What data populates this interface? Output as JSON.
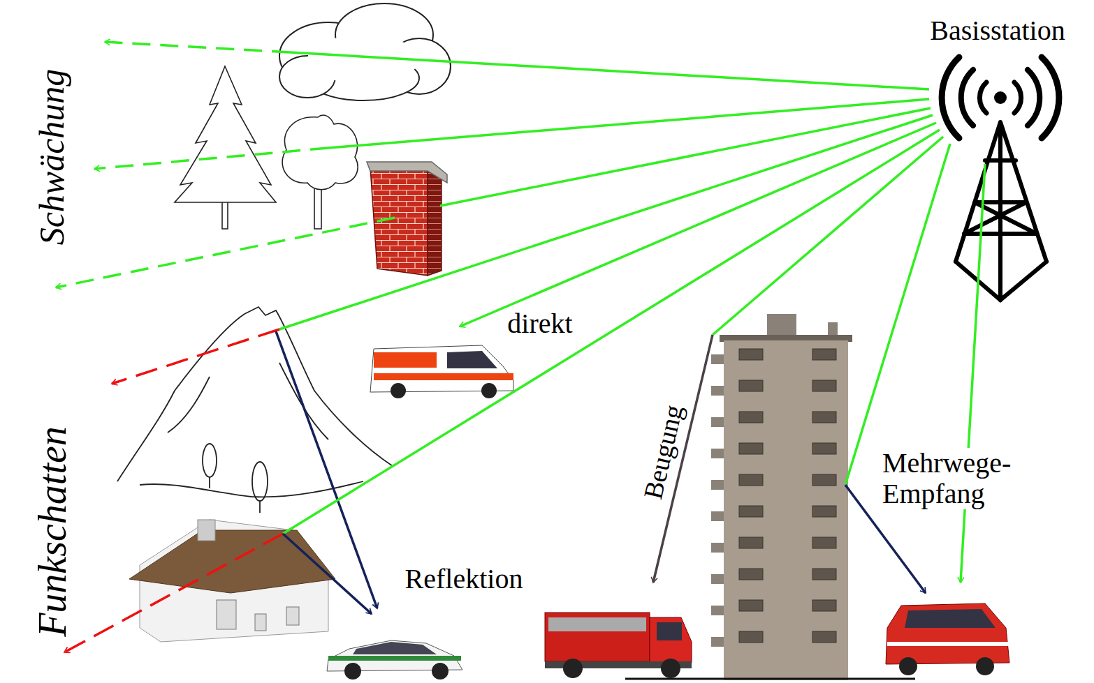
{
  "diagram": {
    "labels": [
      "Basisstation",
      "Schwächung",
      "direkt",
      "Funkschatten",
      "Reflektion",
      "Beugung",
      "Mehrwege- Empfang"
    ]
  }
}
